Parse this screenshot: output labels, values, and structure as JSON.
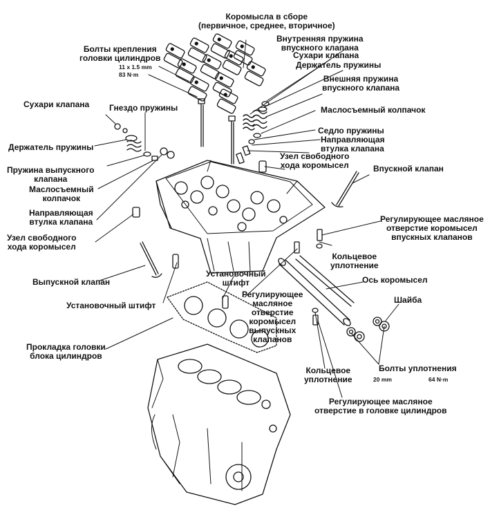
{
  "labels": {
    "rocker_assembly": "Коромысла в сборе\n(первичное, среднее, вторичное)",
    "inner_intake_spring": "Внутренняя пружина\nвпускного клапана",
    "valve_keepers_right": "Сухари клапана",
    "spring_retainer_right": "Держатель пружины",
    "outer_intake_spring": "Внешняя пружина\nвпускного клапана",
    "valve_seal_right": "Маслосъемный колпачок",
    "spring_seat": "Седло пружины",
    "valve_guide_right": "Направляющая\nвтулка клапана",
    "lost_motion_right": "Узел свободного\nхода коромысел",
    "intake_valve": "Впускной клапан",
    "head_bolts": "Болты крепления\nголовки цилиндров",
    "head_bolts_size": "11 x 1.5 mm",
    "head_bolts_torque": "83 N·m",
    "valve_keepers_left": "Сухари клапана",
    "spring_socket": "Гнездо пружины",
    "spring_retainer_left": "Держатель пружины",
    "exhaust_valve_spring": "Пружина выпускного\nклапана",
    "valve_seal_left": "Маслосъемный\nколпачок",
    "valve_guide_left": "Направляющая\nвтулка клапана",
    "lost_motion_left": "Узел свободного\nхода коромысел",
    "intake_oil_orifice": "Регулирующее масляное\nотверстие коромысел\nвпускных клапанов",
    "o_ring_top": "Кольцевое\nуплотнение",
    "exhaust_valve": "Выпускной клапан",
    "dowel_pin_upper": "Установочный\nштифт",
    "rocker_shaft": "Ось коромысел",
    "dowel_pin_lower": "Установочный штифт",
    "exhaust_oil_orifice": "Регулирующее\nмасляное\nотверстие\nкоромысел\nвыпускных\nклапанов",
    "washer": "Шайба",
    "head_gasket": "Прокладка головки\nблока цилиндров",
    "sealing_bolts": "Болты уплотнения",
    "sealing_bolts_size": "20 mm",
    "sealing_bolts_torque": "64 N·m",
    "o_ring_bottom": "Кольцевое\nуплотнение",
    "head_oil_orifice": "Регулирующее масляное\nотверстие в головке цилиндров"
  },
  "colors": {
    "ink": "#111111",
    "paper": "#ffffff"
  },
  "icons": [
    "engine-block-drawing",
    "cylinder-head-drawing",
    "head-gasket-drawing",
    "rocker-arms-drawing",
    "valve-drawing",
    "rocker-shaft-drawing"
  ]
}
